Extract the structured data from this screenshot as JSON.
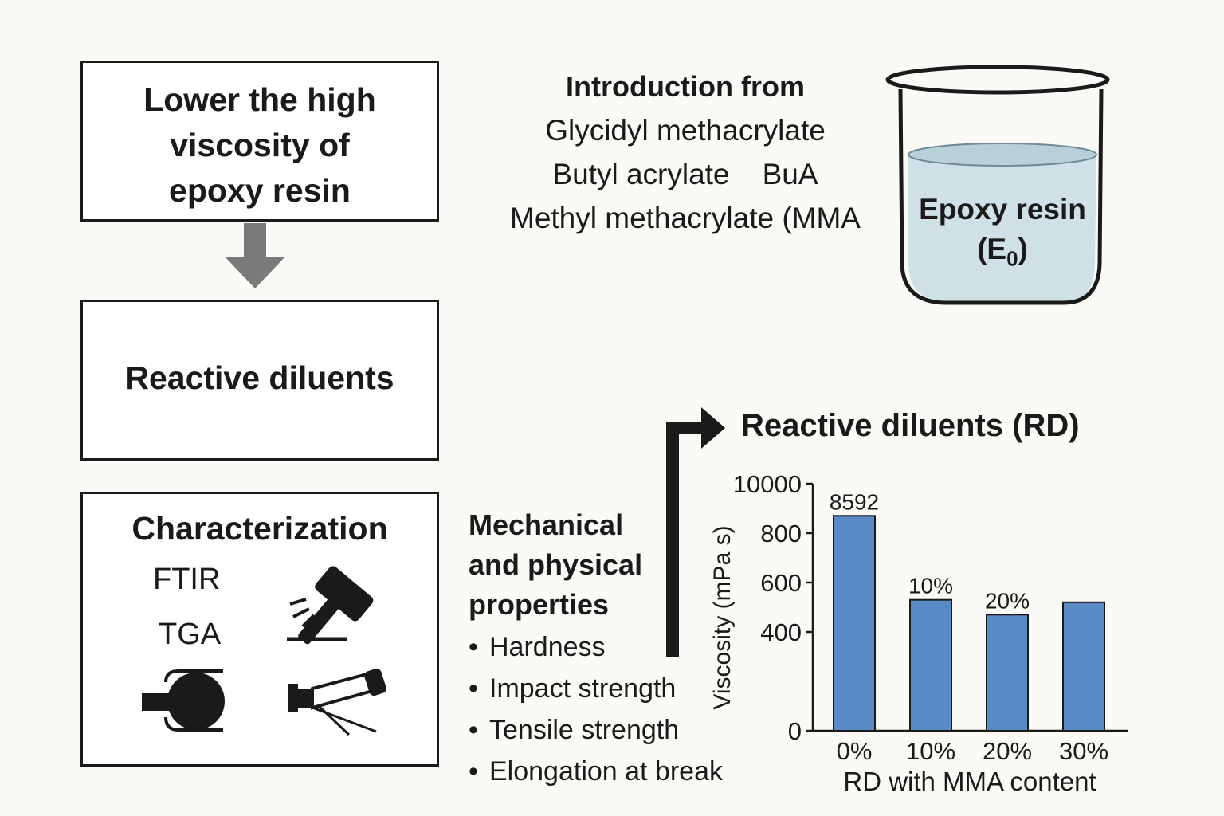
{
  "goal_box": {
    "text": "Lower the high viscosity of epoxy resin"
  },
  "rd_box": {
    "text": "Reactive diluents"
  },
  "characterization": {
    "title": "Characterization",
    "methods": [
      "FTIR",
      "TGA"
    ],
    "icons": [
      "hammer-impact-icon",
      "tensile-tester-icon",
      "tga-instrument-icon"
    ]
  },
  "introduction": {
    "title": "Introduction from",
    "lines": [
      "Glycidyl methacrylate",
      "Butyl acrylate    BuA",
      "Methyl methacrylate (MMA"
    ]
  },
  "beaker": {
    "label_line1": "Epoxy resin",
    "label_base": "(E",
    "label_sub": "0",
    "label_end": ")",
    "liquid_color": "#cfe0e6"
  },
  "properties": {
    "title_lines": [
      "Mechanical",
      "and physical",
      "properties"
    ],
    "items": [
      "Hardness",
      "Impact strength",
      "Tensile strength",
      "Elongation at break"
    ]
  },
  "chart_title": "Reactive diluents (RD)",
  "chart_data": {
    "type": "bar",
    "categories": [
      "0%",
      "10%",
      "20%",
      "30%"
    ],
    "values": [
      870,
      530,
      470,
      520
    ],
    "data_labels": [
      "8592",
      "10%",
      "20%",
      ""
    ],
    "ylabel": "Viscosity (mPa s)",
    "xlabel": "RD with MMA content",
    "yticks": [
      "0",
      "400",
      "600",
      "800",
      "10000"
    ],
    "ytick_values": [
      0,
      400,
      600,
      800,
      1000
    ],
    "ylim": [
      0,
      1000
    ],
    "bar_color": "#5b8bc4"
  }
}
